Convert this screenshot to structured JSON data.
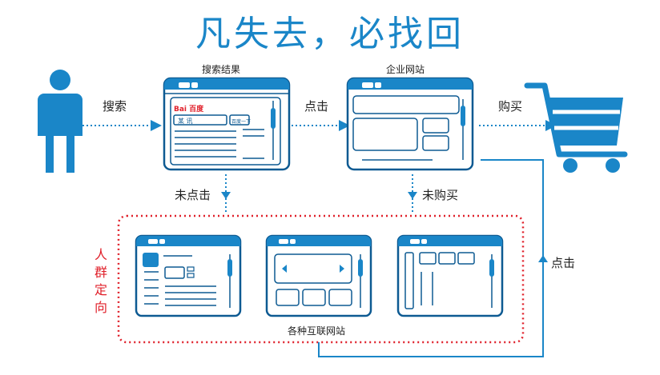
{
  "title": "凡失去，必找回",
  "nodes": {
    "search_results": "搜索结果",
    "company_site": "企业网站",
    "various_sites": "各种互联网站"
  },
  "edges": {
    "search": "搜索",
    "click_top": "点击",
    "buy": "购买",
    "not_clicked": "未点击",
    "not_bought": "未购买",
    "click_right": "点击"
  },
  "retargeting": "人群定向",
  "browser_brand": "Bai 百度",
  "search_box_text": "某 讯",
  "search_button_text": "百度一下",
  "colors": {
    "primary": "#1a86c8",
    "dark_outline": "#0d5a92",
    "dotted_red": "#e0202a"
  },
  "icons": [
    "person-icon",
    "browser-window-icon",
    "shopping-cart-icon"
  ]
}
